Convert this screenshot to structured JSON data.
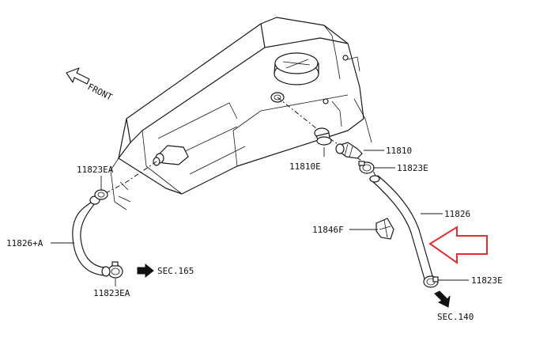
{
  "orientation": {
    "label": "FRONT"
  },
  "callouts": {
    "p11810": "11810",
    "p11810E": "11810E",
    "p11823E_upper": "11823E",
    "p11826": "11826",
    "p11846F": "11846F",
    "p11823E_lower": "11823E",
    "p11823EA_upper": "11823EA",
    "p11826A": "11826+A",
    "p11823EA_lower": "11823EA"
  },
  "section_refs": {
    "sec165": "SEC.165",
    "sec140": "SEC.140"
  },
  "highlight": {
    "color": "#e03030"
  }
}
